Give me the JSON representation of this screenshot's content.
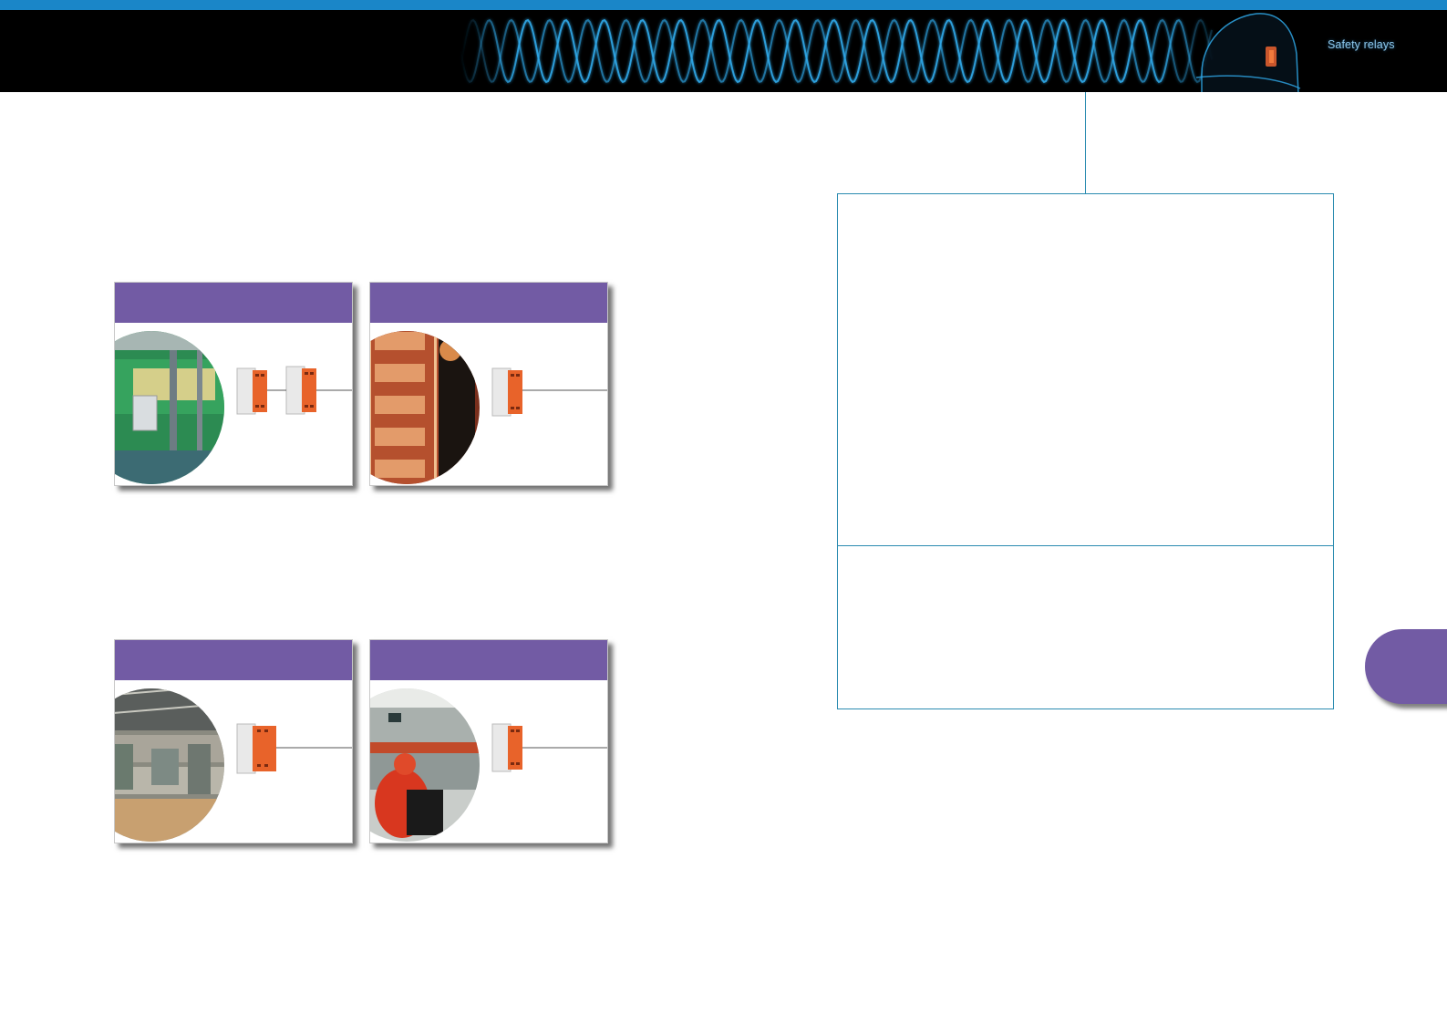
{
  "header": {
    "section_title": "Safety relays",
    "colors": {
      "top_stripe": "#1a86c8",
      "band": "#000000",
      "wave": "#2fa8e8"
    }
  },
  "cards": [
    {
      "id": "card-1",
      "photo": "industrial-press-machine",
      "relay_count": 2
    },
    {
      "id": "card-2",
      "photo": "elevator-shaft",
      "relay_count": 1
    },
    {
      "id": "card-3",
      "photo": "factory-hall",
      "relay_count": 1
    },
    {
      "id": "card-4",
      "photo": "operator-control-room",
      "relay_count": 1
    }
  ],
  "colors": {
    "accent_purple": "#725ba4",
    "frame_teal": "#2a8bb0",
    "relay_orange": "#e8632a"
  }
}
